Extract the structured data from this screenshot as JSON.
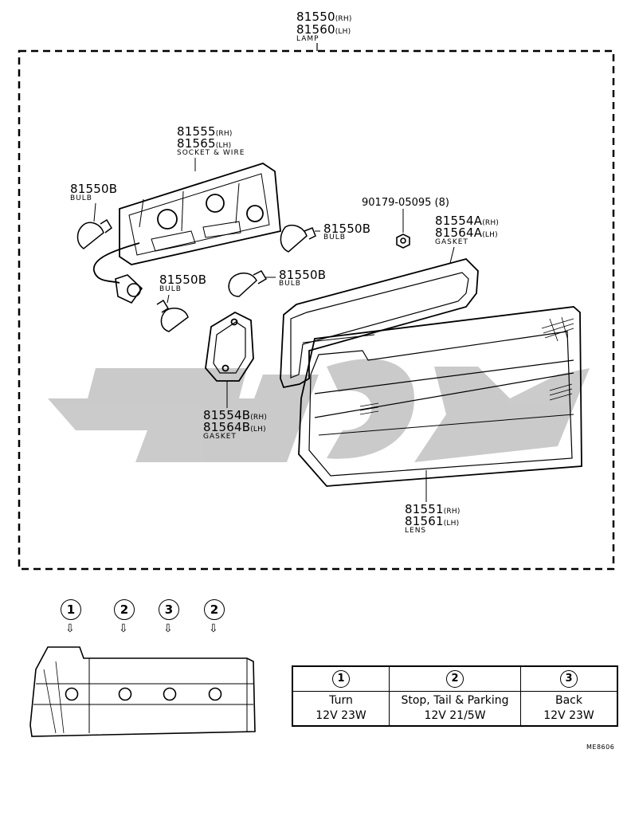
{
  "assembly": {
    "part_rh": "81550",
    "part_lh": "81560",
    "rh": "(RH)",
    "lh": "(LH)",
    "description": "LAMP"
  },
  "socket": {
    "part_rh": "81555",
    "part_lh": "81565",
    "rh": "(RH)",
    "lh": "(LH)",
    "description": "SOCKET & WIRE"
  },
  "bulb_callouts": [
    {
      "part": "81550B",
      "description": "BULB"
    },
    {
      "part": "81550B",
      "description": "BULB"
    },
    {
      "part": "81550B",
      "description": "BULB"
    },
    {
      "part": "81550B",
      "description": "BULB"
    }
  ],
  "nut": {
    "part": "90179-05095",
    "qty": "(8)"
  },
  "outer_gasket": {
    "part_rh": "81554A",
    "part_lh": "81564A",
    "rh": "(RH)",
    "lh": "(LH)",
    "description": "GASKET"
  },
  "inner_gasket": {
    "part_rh": "81554B",
    "part_lh": "81564B",
    "rh": "(RH)",
    "lh": "(LH)",
    "description": "GASKET"
  },
  "lens": {
    "part_rh": "81551",
    "part_lh": "81561",
    "rh": "(RH)",
    "lh": "(LH)",
    "description": "LENS"
  },
  "position_markers": [
    "1",
    "2",
    "3",
    "2"
  ],
  "bulb_table": [
    {
      "num": "1",
      "name": "Turn",
      "spec": "12V 23W"
    },
    {
      "num": "2",
      "name": "Stop, Tail & Parking",
      "spec": "12V 21/5W"
    },
    {
      "num": "3",
      "name": "Back",
      "spec": "12V 23W"
    }
  ],
  "reference_code": "ME8606",
  "colors": {
    "line": "#000000",
    "watermark": "#c8c8c8"
  }
}
